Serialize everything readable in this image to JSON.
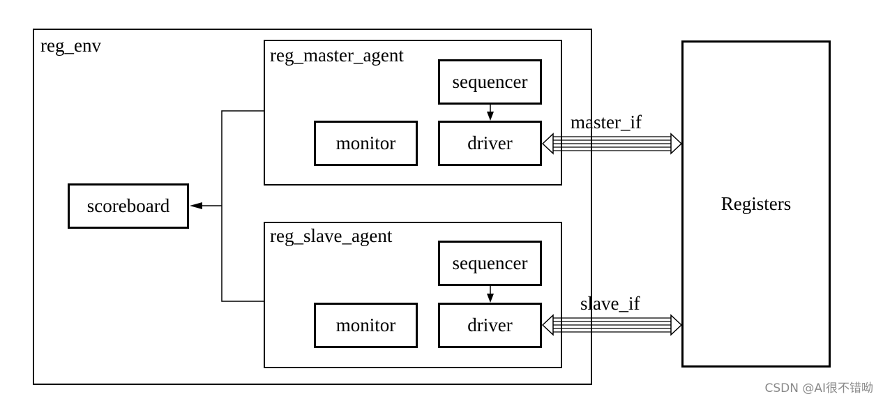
{
  "env": {
    "label": "reg_env"
  },
  "master_agent": {
    "label": "reg_master_agent",
    "sequencer": "sequencer",
    "monitor": "monitor",
    "driver": "driver"
  },
  "slave_agent": {
    "label": "reg_slave_agent",
    "sequencer": "sequencer",
    "monitor": "monitor",
    "driver": "driver"
  },
  "scoreboard": {
    "label": "scoreboard"
  },
  "registers": {
    "label": "Registers"
  },
  "interfaces": {
    "master": "master_if",
    "slave": "slave_if"
  },
  "watermark": "CSDN @AI很不错呦"
}
